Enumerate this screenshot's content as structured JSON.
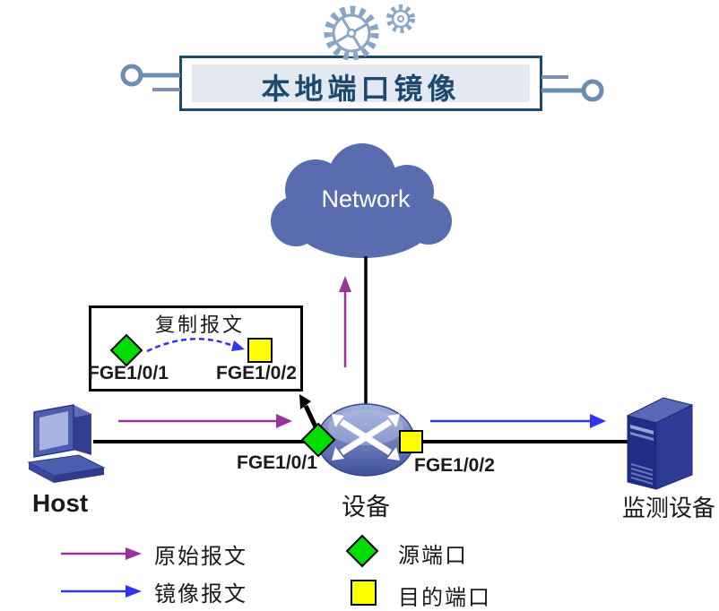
{
  "banner": {
    "title": "本地端口镜像"
  },
  "cloud": {
    "label": "Network"
  },
  "inset": {
    "caption": "复制报文",
    "source_port_label": "FGE1/0/1",
    "dest_port_label": "FGE1/0/2"
  },
  "host": {
    "label": "Host"
  },
  "switch": {
    "label": "设备",
    "source_port_label": "FGE1/0/1",
    "dest_port_label": "FGE1/0/2"
  },
  "monitor": {
    "label": "监测设备"
  },
  "legend": {
    "items": [
      {
        "symbol": "purple-arrow",
        "label": "原始报文"
      },
      {
        "symbol": "blue-arrow",
        "label": "镜像报文"
      },
      {
        "symbol": "green-diamond",
        "label": "源端口"
      },
      {
        "symbol": "yellow-square",
        "label": "目的端口"
      }
    ]
  },
  "colors": {
    "banner-border": "#1d4a6b",
    "banner-fill": "#e4e9f1",
    "banner-text": "#1d4a6b",
    "connector-blue": "#6b8cb3",
    "gear-blue": "#8aa5c6",
    "cloud-blue": "#5a6cb0",
    "original-packet": "#993399",
    "mirror-packet": "#3333ee",
    "source-port": "#00dd00",
    "dest-port": "#ffff00",
    "device-blue": "#4d5db0",
    "tower-blue": "#2e3b96"
  }
}
